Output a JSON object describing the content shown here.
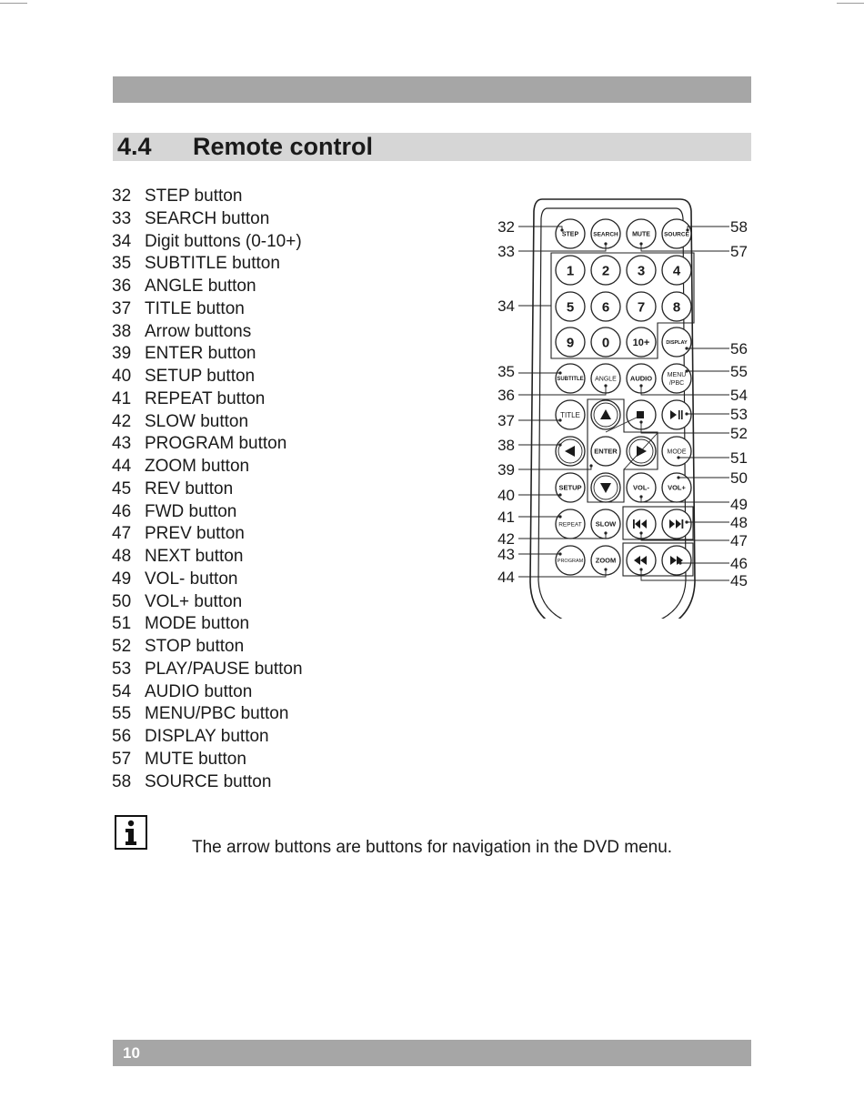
{
  "section": {
    "number": "4.4",
    "title": "Remote control"
  },
  "items": [
    {
      "num": "32",
      "label": "STEP button"
    },
    {
      "num": "33",
      "label": "SEARCH button"
    },
    {
      "num": "34",
      "label": "Digit buttons (0-10+)"
    },
    {
      "num": "35",
      "label": "SUBTITLE button"
    },
    {
      "num": "36",
      "label": "ANGLE button"
    },
    {
      "num": "37",
      "label": "TITLE button"
    },
    {
      "num": "38",
      "label": "Arrow buttons"
    },
    {
      "num": "39",
      "label": "ENTER button"
    },
    {
      "num": "40",
      "label": "SETUP button"
    },
    {
      "num": "41",
      "label": "REPEAT button"
    },
    {
      "num": "42",
      "label": "SLOW button"
    },
    {
      "num": "43",
      "label": "PROGRAM button"
    },
    {
      "num": "44",
      "label": "ZOOM button"
    },
    {
      "num": "45",
      "label": "REV button"
    },
    {
      "num": "46",
      "label": "FWD button"
    },
    {
      "num": "47",
      "label": "PREV button"
    },
    {
      "num": "48",
      "label": "NEXT button"
    },
    {
      "num": "49",
      "label": "VOL- button"
    },
    {
      "num": "50",
      "label": "VOL+ button"
    },
    {
      "num": "51",
      "label": "MODE button"
    },
    {
      "num": "52",
      "label": "STOP button"
    },
    {
      "num": "53",
      "label": "PLAY/PAUSE button"
    },
    {
      "num": "54",
      "label": "AUDIO button"
    },
    {
      "num": "55",
      "label": "MENU/PBC button"
    },
    {
      "num": "56",
      "label": "DISPLAY button"
    },
    {
      "num": "57",
      "label": "MUTE button"
    },
    {
      "num": "58",
      "label": "SOURCE button"
    }
  ],
  "remote": {
    "keys": {
      "step": "STEP",
      "search": "SEARCH",
      "mute": "MUTE",
      "source": "SOURCE",
      "d1": "1",
      "d2": "2",
      "d3": "3",
      "d4": "4",
      "d5": "5",
      "d6": "6",
      "d7": "7",
      "d8": "8",
      "d9": "9",
      "d0": "0",
      "d10": "10+",
      "display": "DISPLAY",
      "subtitle": "SUBTITLE",
      "angle": "ANGLE",
      "audio": "AUDIO",
      "menu1": "MENU",
      "menu2": "/PBC",
      "title": "TITLE",
      "enter": "ENTER",
      "mode": "MODE",
      "setup": "SETUP",
      "volminus": "VOL-",
      "volplus": "VOL+",
      "repeat": "REPEAT",
      "slow": "SLOW",
      "program": "PROGRAM",
      "zoom": "ZOOM"
    },
    "callouts_left": [
      "32",
      "33",
      "34",
      "35",
      "36",
      "37",
      "38",
      "39",
      "40",
      "41",
      "42",
      "43",
      "44"
    ],
    "callouts_right": [
      "58",
      "57",
      "56",
      "55",
      "54",
      "53",
      "52",
      "51",
      "50",
      "49",
      "48",
      "47",
      "46",
      "45"
    ]
  },
  "note": {
    "icon": "info-icon",
    "text": "The arrow buttons are buttons for navigation in the DVD menu."
  },
  "footer": {
    "page": "10"
  }
}
